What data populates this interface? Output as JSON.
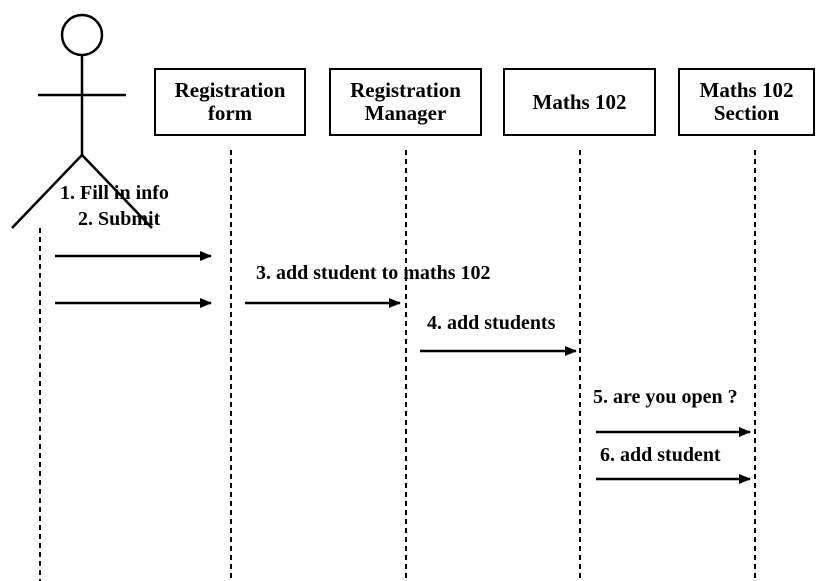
{
  "lifelines": [
    {
      "id": "registration-form",
      "lines": [
        "Registration",
        "form"
      ]
    },
    {
      "id": "registration-manager",
      "lines": [
        "Registration",
        "Manager"
      ]
    },
    {
      "id": "maths-102",
      "lines": [
        "Maths 102"
      ]
    },
    {
      "id": "maths-102-section",
      "lines": [
        "Maths 102",
        "Section"
      ]
    }
  ],
  "messages": [
    {
      "id": "m1",
      "label": "1. Fill in info"
    },
    {
      "id": "m2",
      "label": "2. Submit"
    },
    {
      "id": "m3",
      "label": "3. add student to maths 102"
    },
    {
      "id": "m4",
      "label": "4. add students"
    },
    {
      "id": "m5",
      "label": "5. are you open ?"
    },
    {
      "id": "m6",
      "label": "6. add student"
    }
  ]
}
